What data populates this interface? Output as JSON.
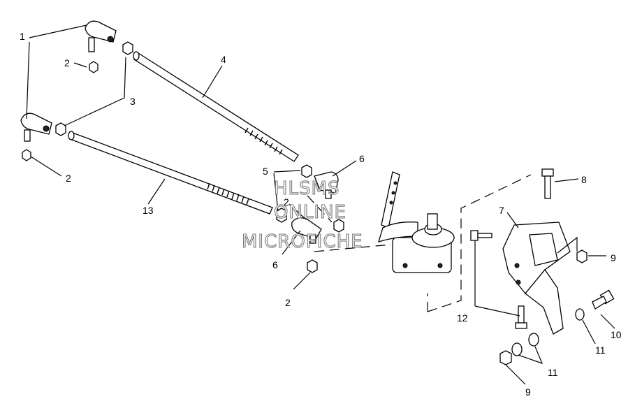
{
  "watermark": {
    "line1": "HLSMS",
    "line2": "ONLINE",
    "line3": "MICROFICHE"
  },
  "callouts": [
    {
      "id": "c1",
      "text": "1"
    },
    {
      "id": "c2a",
      "text": "2"
    },
    {
      "id": "c3",
      "text": "3"
    },
    {
      "id": "c4",
      "text": "4"
    },
    {
      "id": "c2b",
      "text": "2"
    },
    {
      "id": "c13",
      "text": "13"
    },
    {
      "id": "c5",
      "text": "5"
    },
    {
      "id": "c6a",
      "text": "6"
    },
    {
      "id": "c2c",
      "text": "2"
    },
    {
      "id": "c6b",
      "text": "6"
    },
    {
      "id": "c2d",
      "text": "2"
    },
    {
      "id": "c7",
      "text": "7"
    },
    {
      "id": "c8",
      "text": "8"
    },
    {
      "id": "c9a",
      "text": "9"
    },
    {
      "id": "c12",
      "text": "12"
    },
    {
      "id": "c10",
      "text": "10"
    },
    {
      "id": "c11a",
      "text": "11"
    },
    {
      "id": "c11b",
      "text": "11"
    },
    {
      "id": "c9b",
      "text": "9"
    }
  ]
}
